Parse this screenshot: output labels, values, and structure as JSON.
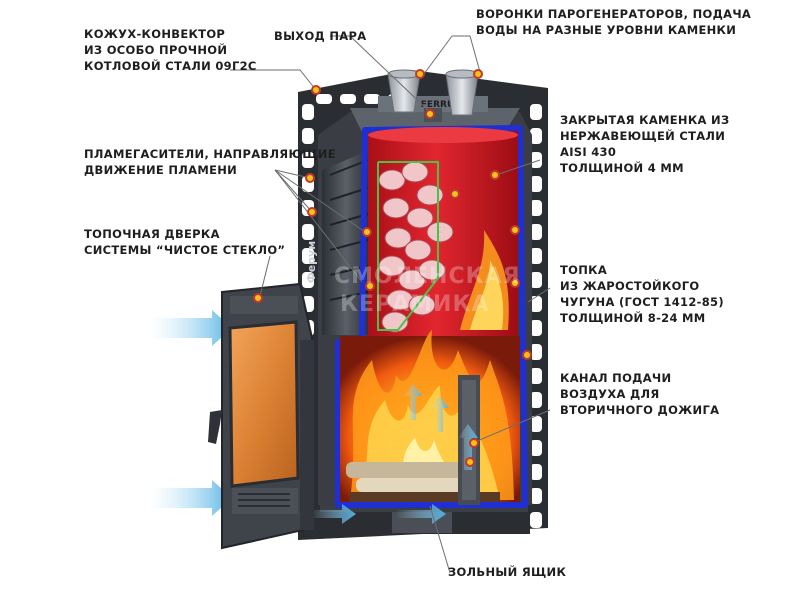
{
  "callouts": {
    "casing": "КОЖУХ-КОНВЕКТОР\nИЗ ОСОБО ПРОЧНОЙ\nКОТЛОВОЙ СТАЛИ 09Г2С",
    "steam_outlet": "ВЫХОД ПАРА",
    "steam_funnels": "ВОРОНКИ ПАРОГЕНЕРАТОРОВ, ПОДАЧА\nВОДЫ НА РАЗНЫЕ УРОВНИ КАМЕНКИ",
    "flame_arresters": "ПЛАМЕГАСИТЕЛИ, НАПРАВЛЯЮЩИЕ\nДВИЖЕНИЕ ПЛАМЕНИ",
    "closed_heater": "ЗАКРЫТАЯ КАМЕНКА ИЗ\nНЕРЖАВЕЮЩЕЙ СТАЛИ\nAISI 430\nТОЛЩИНОЙ 4 ММ",
    "firebox_door": "ТОПОЧНАЯ ДВЕРКА\nСИСТЕМЫ “ЧИСТОЕ СТЕКЛО”",
    "firebox": "ТОПКА\nИЗ ЖАРОСТОЙКОГО\nЧУГУНА (ГОСТ 1412-85)\nТОЛЩИНОЙ 8-24 ММ",
    "air_channel": "КАНАЛ ПОДАЧИ\nВОЗДУХА ДЛЯ\nВТОРИЧНОГО ДОЖИГА",
    "ash_box": "ЗОЛЬНЫЙ ЯЩИК"
  },
  "stove_marking": {
    "brand_top": "FERRUM",
    "brand_side": "Ферум"
  },
  "watermark": {
    "line1": "СМОЛЕНСКАЯ",
    "line2": "КЕРАМИКА"
  },
  "colors": {
    "marker_dot": "#f6c21a",
    "marker_outline": "#c0392b",
    "heater_red": "#d8202a",
    "insulation_blue": "#1f2fd1",
    "cast_iron": "#3d4148",
    "leader_line": "#6e6e6e",
    "door_glass": "#e08a38",
    "flame_orange": "#f77b12",
    "air_blue": "#8fd0f0",
    "frame_green": "#49c24a"
  }
}
